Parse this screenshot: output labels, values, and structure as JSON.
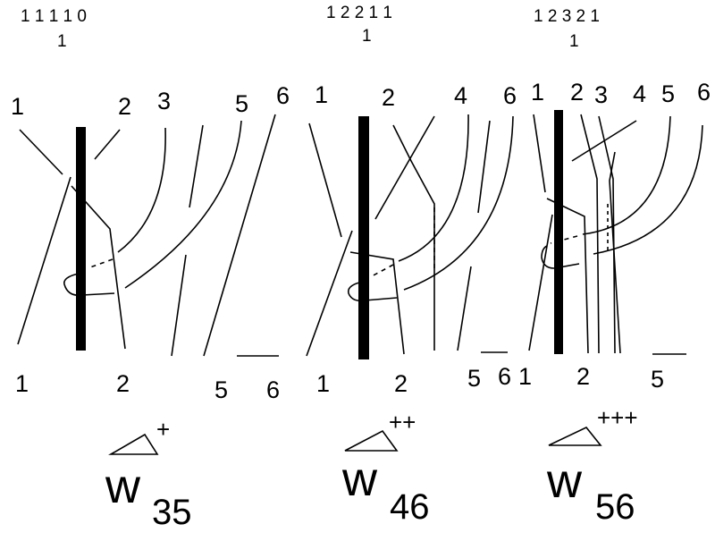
{
  "panels": [
    {
      "id": "w35",
      "sequence_row1": "1 1 1 1 0",
      "sequence_row2": "1",
      "top_labels": [
        "1",
        "2",
        "3",
        "5",
        "6"
      ],
      "bottom_labels": [
        "1",
        "2",
        "5",
        "6"
      ],
      "superscript": "+",
      "w_letter": "w",
      "w_subscript": "35"
    },
    {
      "id": "w46",
      "sequence_row1": "1 2 2 1 1",
      "sequence_row2": "1",
      "top_labels": [
        "1",
        "2",
        "4",
        "6"
      ],
      "bottom_labels": [
        "1",
        "2",
        "5",
        "6"
      ],
      "superscript": "++",
      "w_letter": "w",
      "w_subscript": "46"
    },
    {
      "id": "w56",
      "sequence_row1": "1 2 3 2 1",
      "sequence_row2": "1",
      "top_labels": [
        "1",
        "2",
        "3",
        "4",
        "5",
        "6"
      ],
      "bottom_labels": [
        "1",
        "2",
        "5"
      ],
      "superscript": "+++",
      "w_letter": "w",
      "w_subscript": "56"
    }
  ]
}
